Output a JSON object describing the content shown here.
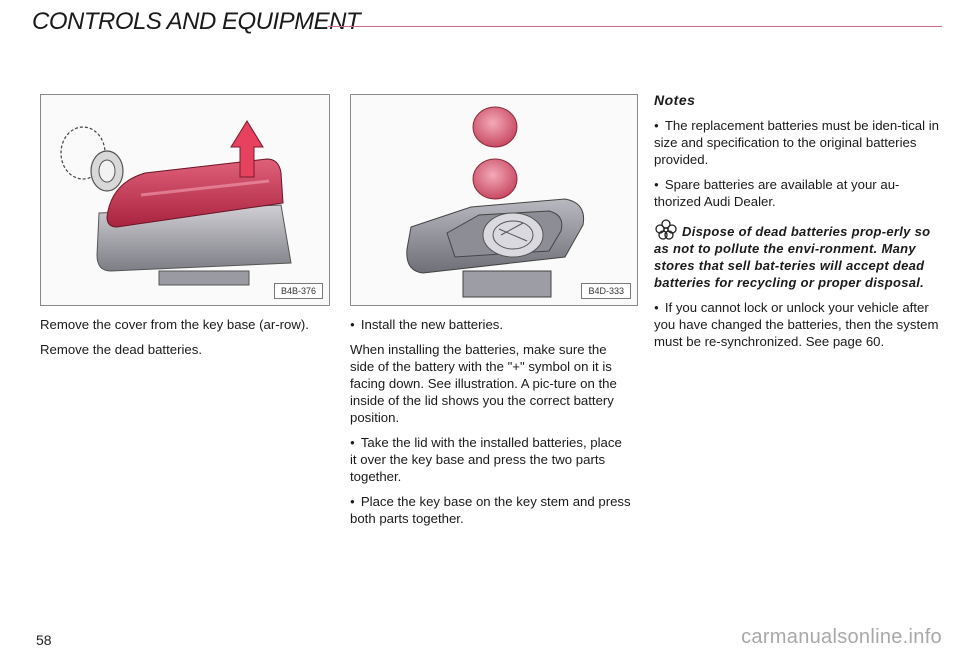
{
  "header": {
    "title": "CONTROLS AND EQUIPMENT"
  },
  "figures": [
    {
      "id_label": "B4B-376"
    },
    {
      "id_label": "B4D-333"
    }
  ],
  "column1": {
    "p1": "Remove the cover from the key base (ar-row).",
    "p2": "Remove the dead batteries."
  },
  "column2": {
    "bullet1": "Install the new batteries.",
    "p1": "When installing the batteries, make sure the side of the battery with the \"+\" symbol on it is facing down. See illustration. A pic-ture on the inside of the lid shows you the correct battery position.",
    "bullet2": "Take the lid with the installed batteries, place it over the key base and press the two parts together.",
    "bullet3": "Place the key base on the key stem and press both parts together."
  },
  "column3": {
    "notes_title": "Notes",
    "bullet1": "The replacement batteries must be iden-tical in size and specification to the original batteries provided.",
    "bullet2": "Spare batteries are available at your au-thorized Audi Dealer.",
    "eco_note": "Dispose of dead batteries prop-erly so as not to pollute the envi-ronment. Many stores that sell bat-teries will accept dead batteries for recycling or proper disposal.",
    "bullet3": "If you cannot lock or unlock your vehicle after you have changed the batteries, then the system must be re-synchronized. See page 60."
  },
  "footer": {
    "page_number": "58",
    "watermark": "carmanualsonline.info"
  },
  "icons": [
    "eco-flower-icon"
  ],
  "colors": {
    "accent_rule": "#d06a8a",
    "key_cover_red": "#c8324e"
  }
}
